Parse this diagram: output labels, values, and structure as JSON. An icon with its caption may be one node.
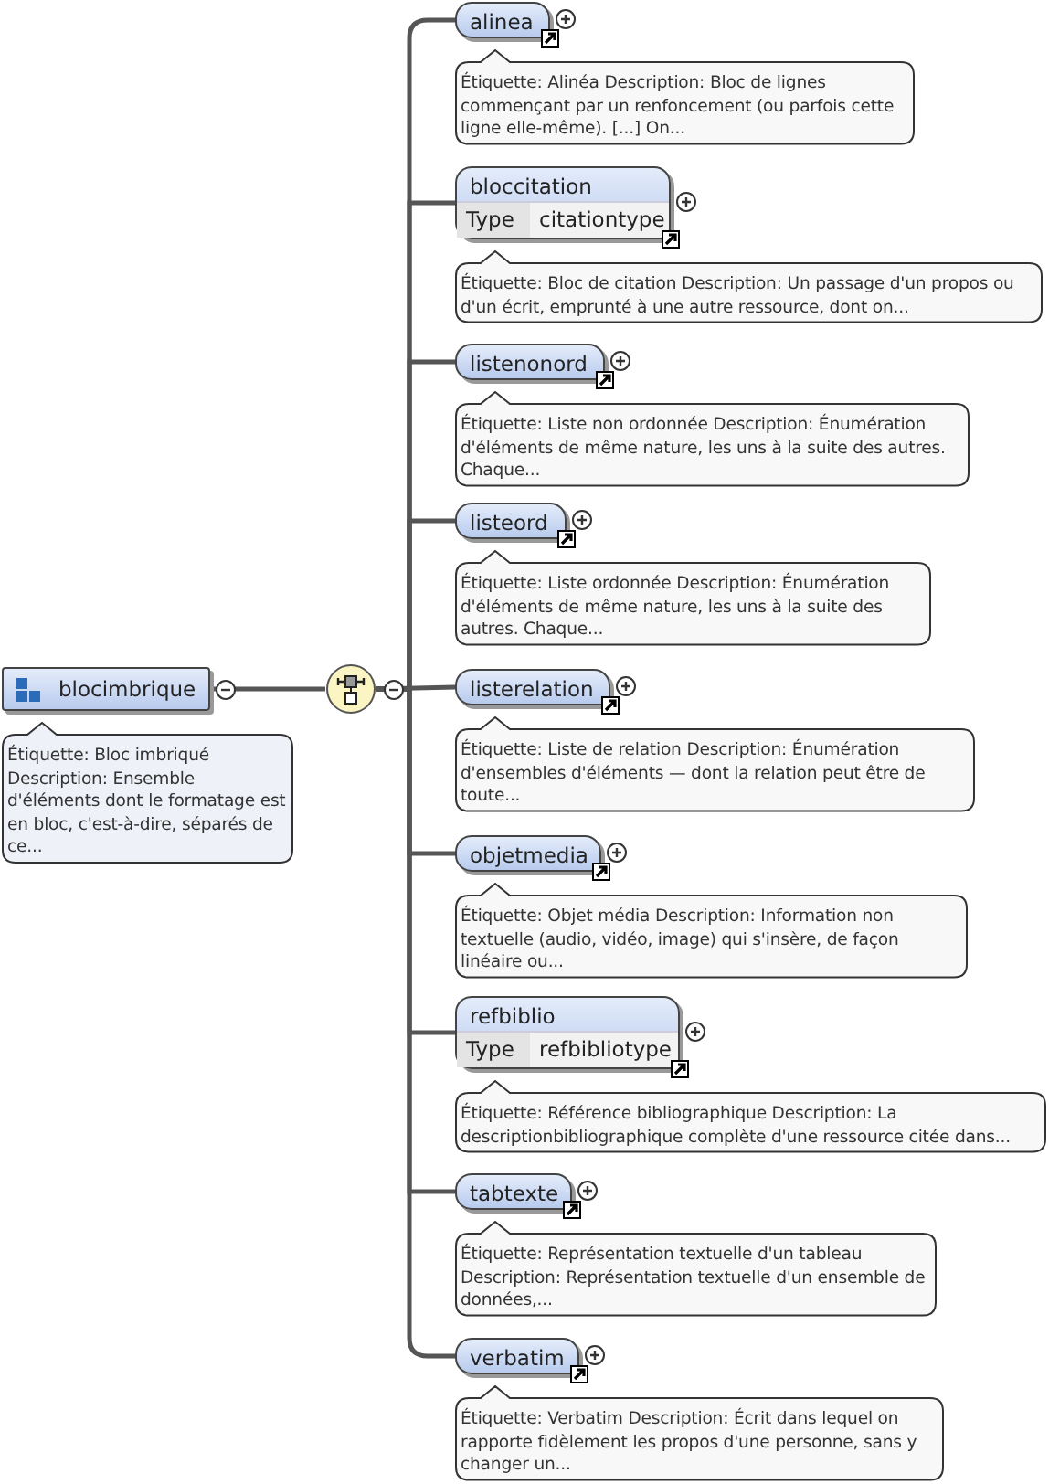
{
  "diagram": {
    "nodes": [
      {
        "text": [
          "blocimbrique"
        ],
        "beside": [
          "Étiquette: Bloc imbriqué Description: Ensemble d'éléments dont le formatage est en bloc, c'est-à-dire, séparés de ce..."
        ]
      },
      {
        "text": [],
        "shape": "circle"
      },
      {
        "text": [
          "alinea"
        ],
        "beside": [
          "Étiquette: Alinéa Description: Bloc de lignes commençant par un renfoncement (ou parfois cette ligne elle-même). [...] On..."
        ]
      },
      {
        "text": [
          "bloccitation",
          "Type",
          "citationtype"
        ],
        "beside": [
          "Étiquette: Bloc de citation Description: Un passage d'un propos ou d'un écrit, emprunté à une autre ressource, dont on..."
        ]
      },
      {
        "text": [
          "listenonord"
        ],
        "beside": [
          "Étiquette: Liste non ordonnée Description: Énumération d'éléments de même nature, les uns à la suite des autres. Chaque..."
        ]
      },
      {
        "text": [
          "listeord"
        ],
        "beside": [
          "Étiquette: Liste ordonnée Description: Énumération d'éléments de même nature, les uns à la suite des autres. Chaque..."
        ]
      },
      {
        "text": [
          "listerelation"
        ],
        "beside": [
          "Étiquette: Liste de relation Description: Énumération d'ensembles d'éléments — dont la relation peut être de toute..."
        ]
      },
      {
        "text": [
          "objetmedia"
        ],
        "beside": [
          "Étiquette: Objet média Description: Information non textuelle (audio, vidéo, image) qui s'insère, de façon linéaire ou..."
        ]
      },
      {
        "text": [
          "refbiblio",
          "Type",
          "refbibliotype"
        ],
        "beside": [
          "Étiquette: Référence bibliographique Description: La descriptionbibliographique complète d'une ressource citée dans..."
        ]
      },
      {
        "text": [
          "tabtexte"
        ],
        "beside": [
          "Étiquette: Représentation textuelle d'un tableau Description: Représentation textuelle d'un ensemble de données,..."
        ]
      },
      {
        "text": [
          "verbatim"
        ],
        "beside": [
          "Étiquette: Verbatim Description: Écrit dans lequel on rapporte fidèlement les propos d'une personne, sans y changer un..."
        ]
      }
    ],
    "edges": [
      {
        "from": 0,
        "to": 1,
        "arrow": "none"
      },
      {
        "from": 1,
        "to": 2,
        "arrow": "none"
      },
      {
        "from": 1,
        "to": 3,
        "arrow": "none"
      },
      {
        "from": 1,
        "to": 4,
        "arrow": "none"
      },
      {
        "from": 1,
        "to": 5,
        "arrow": "none"
      },
      {
        "from": 1,
        "to": 6,
        "arrow": "none"
      },
      {
        "from": 1,
        "to": 7,
        "arrow": "none"
      },
      {
        "from": 1,
        "to": 8,
        "arrow": "none"
      },
      {
        "from": 1,
        "to": 9,
        "arrow": "none"
      },
      {
        "from": 1,
        "to": 10,
        "arrow": "none"
      }
    ]
  }
}
